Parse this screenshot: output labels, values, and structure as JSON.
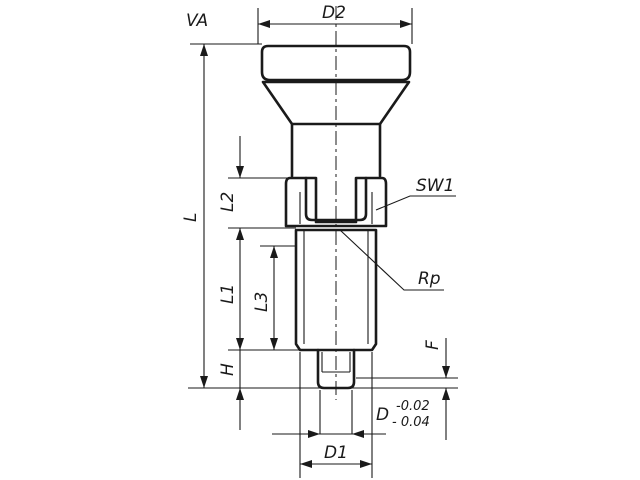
{
  "labels": {
    "va": "VA",
    "d2": "D2",
    "l": "L",
    "l2": "L2",
    "sw1": "SW1",
    "rp": "Rp",
    "l1": "L1",
    "l3": "L3",
    "f": "F",
    "h": "H",
    "d": "D",
    "d_tol_upper": "-0.02",
    "d_tol_lower": "- 0.04",
    "d1": "D1"
  }
}
